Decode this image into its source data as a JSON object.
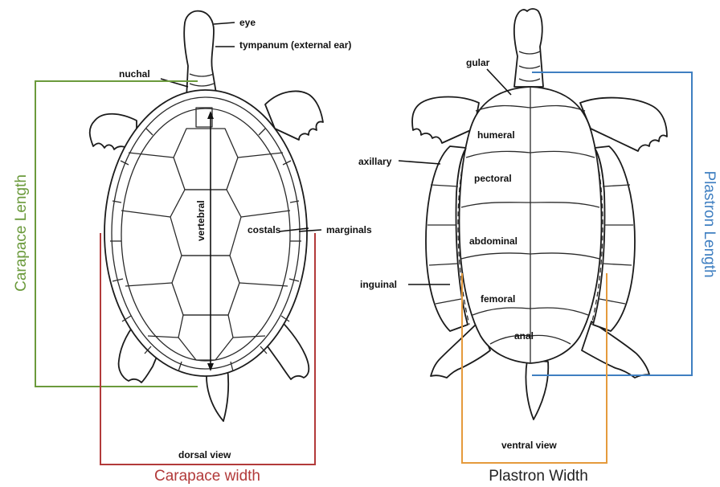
{
  "dorsal": {
    "labels": {
      "eye": "eye",
      "tympanum": "tympanum (external ear)",
      "nuchal": "nuchal",
      "vertebral": "vertebral",
      "costals": "costals",
      "marginals": "marginals",
      "view": "dorsal view"
    }
  },
  "ventral": {
    "labels": {
      "gular": "gular",
      "humeral": "humeral",
      "axillary": "axillary",
      "pectoral": "pectoral",
      "abdominal": "abdominal",
      "inguinal": "inguinal",
      "femoral": "femoral",
      "anal": "anal",
      "view": "ventral view"
    }
  },
  "measurements": {
    "carapace_length": {
      "label": "Carapace Length",
      "color": "#6b9a3c"
    },
    "carapace_width": {
      "label": "Carapace width",
      "color": "#b23a3a"
    },
    "plastron_length": {
      "label": "Plastron Length",
      "color": "#3f7fc1"
    },
    "plastron_width": {
      "label": "Plastron Width",
      "color": "#e59a3c"
    }
  }
}
